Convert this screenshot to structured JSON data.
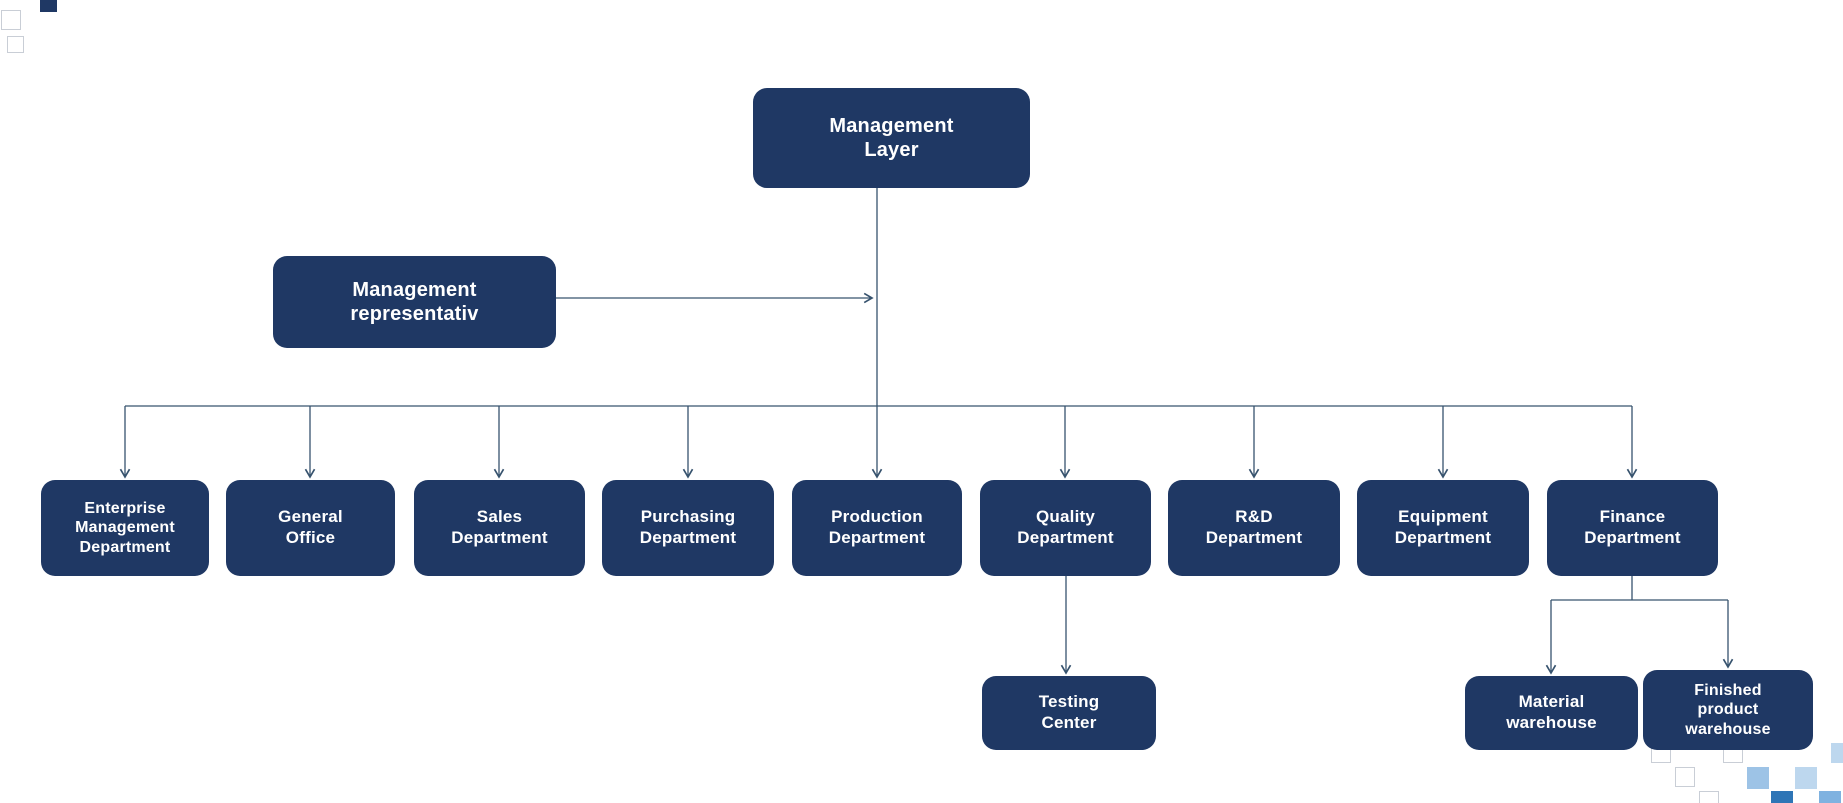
{
  "diagram": {
    "type": "org-chart",
    "direction": "top-down"
  },
  "colors": {
    "background": "#ffffff",
    "node_fill": "#1f3864",
    "node_text": "#ffffff",
    "line": "#37536e",
    "decor_outline": "#c9ced6",
    "decor_blue_light": "#bdd7ee",
    "decor_blue_mid": "#9dc3e6",
    "decor_blue_soft": "#7fb2e0",
    "decor_blue_strong": "#2e75b6"
  },
  "nodes": {
    "management_layer": {
      "label": "Management\nLayer"
    },
    "management_representative": {
      "label": "Management\nrepresentativ"
    },
    "enterprise_management_department": {
      "label": "Enterprise\nManagement\nDepartment"
    },
    "general_office": {
      "label": "General\nOffice"
    },
    "sales_department": {
      "label": "Sales\nDepartment"
    },
    "purchasing_department": {
      "label": "Purchasing\nDepartment"
    },
    "production_department": {
      "label": "Production\nDepartment"
    },
    "quality_department": {
      "label": "Quality\nDepartment"
    },
    "rd_department": {
      "label": "R&D\nDepartment"
    },
    "equipment_department": {
      "label": "Equipment\nDepartment"
    },
    "finance_department": {
      "label": "Finance\nDepartment"
    },
    "testing_center": {
      "label": "Testing\nCenter"
    },
    "material_warehouse": {
      "label": "Material\nwarehouse"
    },
    "finished_product_warehouse": {
      "label": "Finished\nproduct\nwarehouse"
    }
  },
  "edges": [
    {
      "from": "management_layer",
      "to": "enterprise_management_department"
    },
    {
      "from": "management_layer",
      "to": "general_office"
    },
    {
      "from": "management_layer",
      "to": "sales_department"
    },
    {
      "from": "management_layer",
      "to": "purchasing_department"
    },
    {
      "from": "management_layer",
      "to": "production_department"
    },
    {
      "from": "management_layer",
      "to": "quality_department"
    },
    {
      "from": "management_layer",
      "to": "rd_department"
    },
    {
      "from": "management_layer",
      "to": "equipment_department"
    },
    {
      "from": "management_layer",
      "to": "finance_department"
    },
    {
      "from": "management_representative",
      "to": "management_layer"
    },
    {
      "from": "quality_department",
      "to": "testing_center"
    },
    {
      "from": "finance_department",
      "to": "material_warehouse"
    },
    {
      "from": "finance_department",
      "to": "finished_product_warehouse"
    }
  ]
}
